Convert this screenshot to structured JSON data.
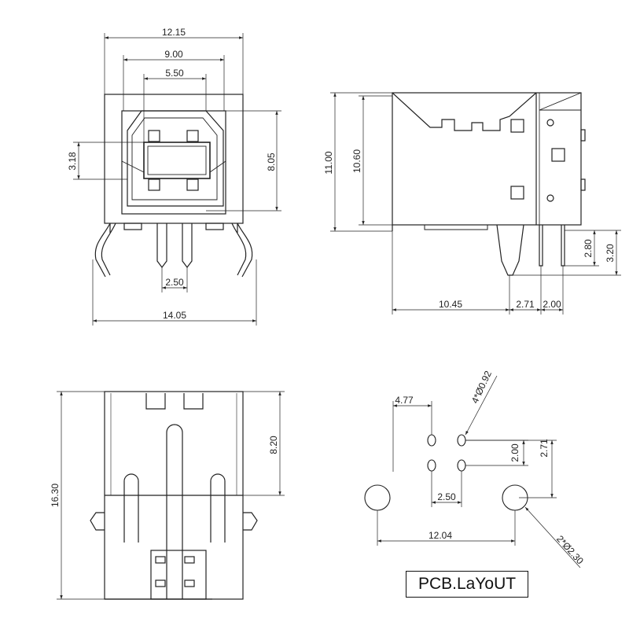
{
  "colors": {
    "line": "#222222",
    "background": "#ffffff"
  },
  "front_view": {
    "dim_overall_top": "12.15",
    "dim_inner_top": "9.00",
    "dim_slot_top": "5.50",
    "dim_left_height": "3.18",
    "dim_right_height": "8.05",
    "dim_pin_pitch": "2.50",
    "dim_overall_bottom": "14.05"
  },
  "side_view": {
    "dim_height_outer": "11.00",
    "dim_height_inner": "10.60",
    "dim_pin_length": "2.80",
    "dim_pin_length_total": "3.20",
    "dim_body_length": "10.45",
    "dim_pin_offset": "2.71",
    "dim_pin_pitch": "2.00"
  },
  "bottom_view": {
    "dim_total_length": "16.30",
    "dim_partial_length": "8.20"
  },
  "pcb_layout": {
    "dim_pad_offset": "4.77",
    "dim_hole_note": "4*Ø0.92",
    "dim_row_pitch": "2.00",
    "dim_row_offset": "2.71",
    "dim_col_pitch": "2.50",
    "dim_mount_spacing": "12.04",
    "dim_mount_note": "2*Ø2.30",
    "label": "PCB.LaYoUT"
  }
}
